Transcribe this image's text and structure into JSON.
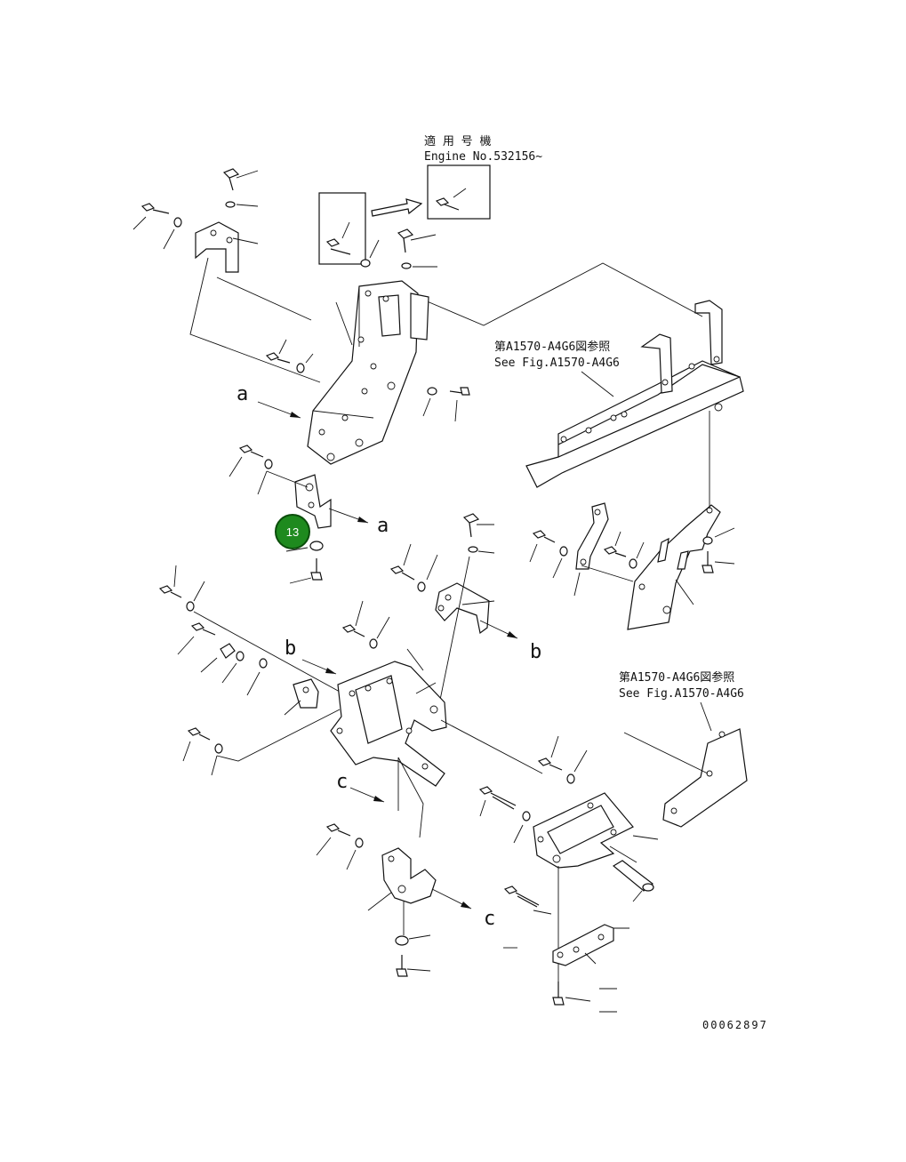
{
  "notes": {
    "applicable_jp": "適 用 号 機",
    "engine_no": "Engine No.532156~",
    "ref_top_jp": "第A1570-A4G6図参照",
    "ref_top_en": "See Fig.A1570-A4G6",
    "ref_bottom_jp": "第A1570-A4G6図参照",
    "ref_bottom_en": "See Fig.A1570-A4G6"
  },
  "markers": {
    "a": "a",
    "b": "b",
    "c": "c"
  },
  "callout": {
    "number": "13",
    "color": "#1e8a1e",
    "ring_color": "#0b4d0b"
  },
  "figure_code": "00062897"
}
